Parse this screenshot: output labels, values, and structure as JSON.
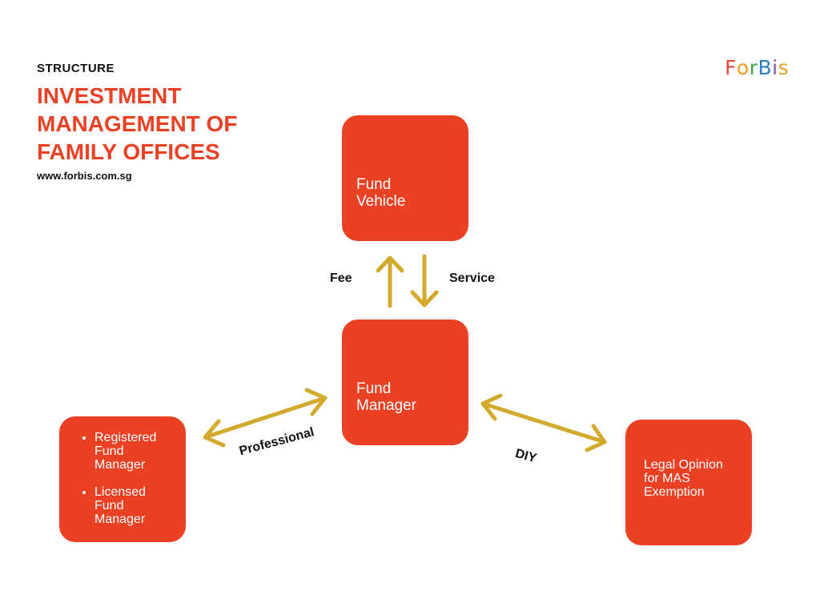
{
  "header": {
    "eyebrow": "STRUCTURE",
    "title": "INVESTMENT MANAGEMENT OF FAMILY OFFICES",
    "website": "www.forbis.com.sg"
  },
  "logo": {
    "letters": [
      {
        "char": "F",
        "color": "#e8473b"
      },
      {
        "char": "o",
        "color": "#f39a1f"
      },
      {
        "char": "r",
        "color": "#3fa649"
      },
      {
        "char": "B",
        "color": "#2a7fc6"
      },
      {
        "char": "i",
        "color": "#8e4ea2"
      },
      {
        "char": "s",
        "color": "#e0a32a"
      }
    ]
  },
  "nodes": {
    "fund_vehicle": {
      "line1": "Fund",
      "line2": "Vehicle"
    },
    "fund_manager": {
      "line1": "Fund",
      "line2": "Manager"
    },
    "managers": {
      "items": [
        "Registered Fund Manager",
        "Licensed Fund Manager"
      ]
    },
    "legal": {
      "text": "Legal Opinion for MAS Exemption"
    }
  },
  "edges": {
    "fee": "Fee",
    "service": "Service",
    "professional": "Professional",
    "diy": "DIY"
  },
  "colors": {
    "box": "#ea4125",
    "arrow": "#d2aa2e",
    "title": "#ea4125"
  }
}
